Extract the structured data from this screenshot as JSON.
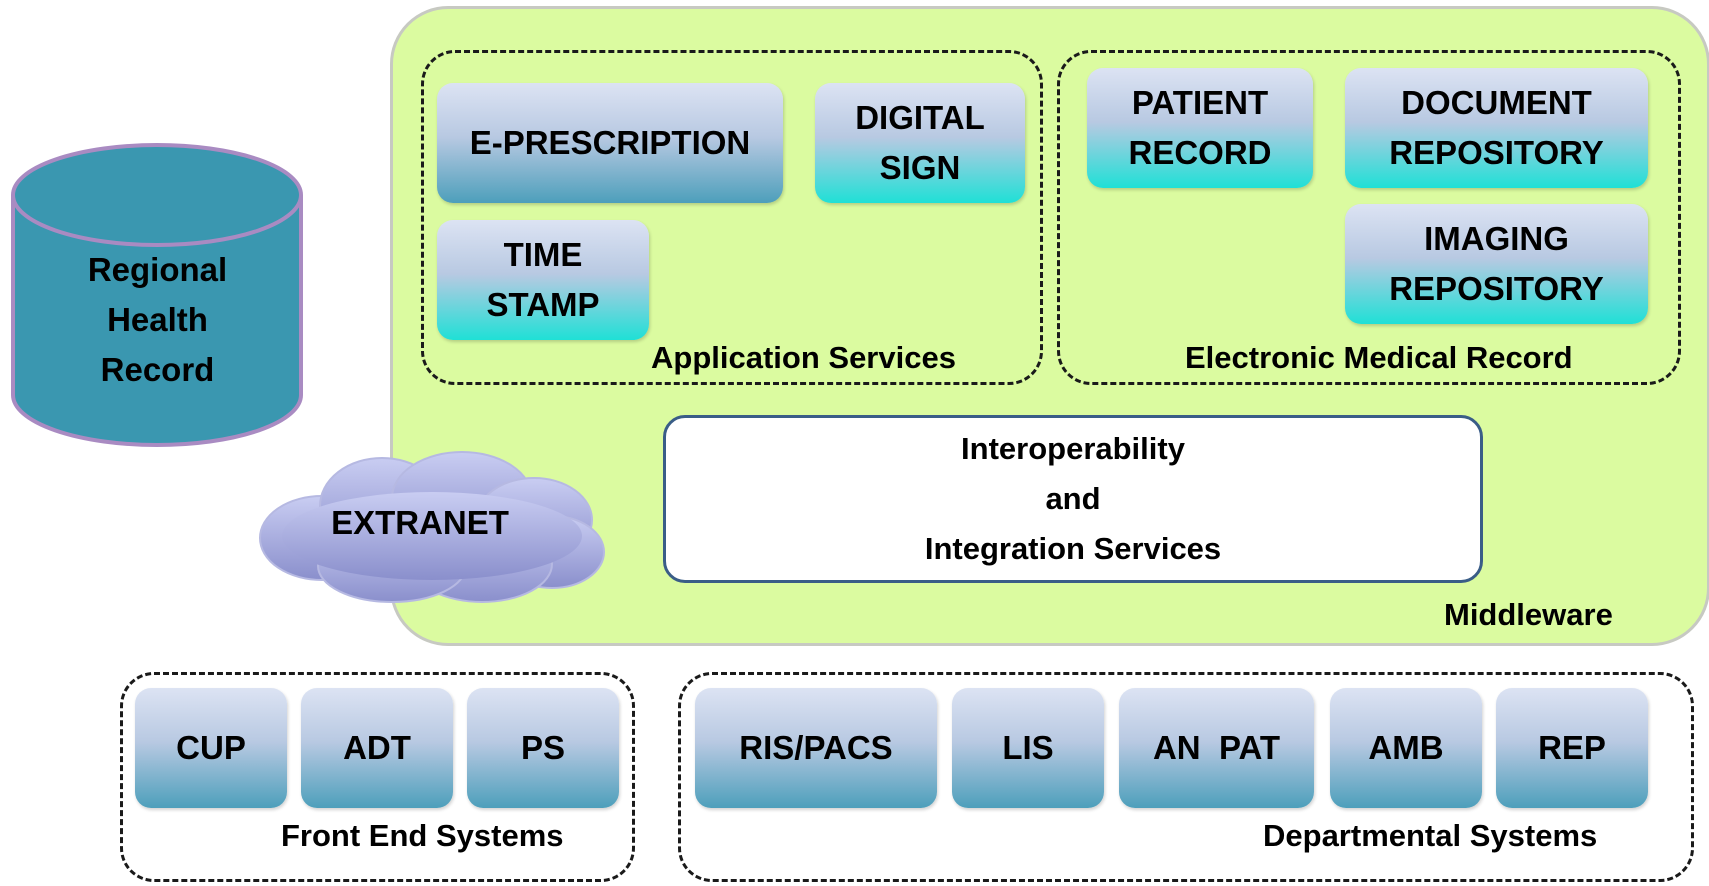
{
  "regional_health_record": {
    "label": "Regional\nHealth\nRecord"
  },
  "extranet": {
    "label": "EXTRANET"
  },
  "middleware": {
    "label": "Middleware",
    "interoperability": {
      "label": "Interoperability\nand\nIntegration Services"
    },
    "application_services": {
      "label": "Application Services",
      "items": [
        "E-PRESCRIPTION",
        "DIGITAL\nSIGN",
        "TIME\nSTAMP"
      ]
    },
    "electronic_medical_record": {
      "label": "Electronic Medical Record",
      "items": [
        "PATIENT\nRECORD",
        "DOCUMENT\nREPOSITORY",
        "IMAGING\nREPOSITORY"
      ]
    }
  },
  "front_end_systems": {
    "label": "Front End Systems",
    "items": [
      "CUP",
      "ADT",
      "PS"
    ]
  },
  "departmental_systems": {
    "label": "Departmental Systems",
    "items": [
      "RIS/PACS",
      "LIS",
      "AN  PAT",
      "AMB",
      "REP"
    ]
  },
  "colors": {
    "middleware_fill": "#dbfba0",
    "cylinder_fill": "#3a97b0",
    "cylinder_outline": "#a98bc2",
    "cloud_fill": "#9a9ed8",
    "interop_border": "#3a5d87",
    "box_bottom_blue": "#4d9fbb",
    "box_bottom_cyan": "#1fe0d6"
  }
}
